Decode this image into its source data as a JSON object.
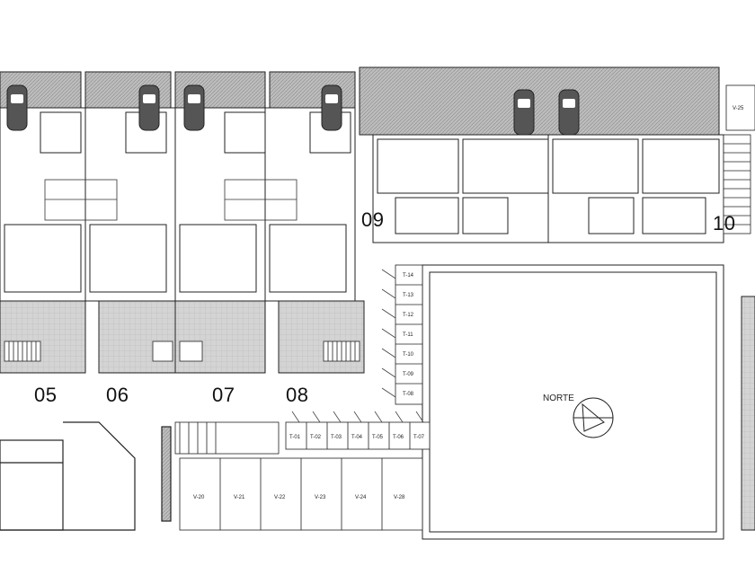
{
  "plan": {
    "unit_numbers": [
      "05",
      "06",
      "07",
      "08",
      "09",
      "10"
    ],
    "north_label": "NORTE",
    "storage_east": [
      "T-14",
      "T-13",
      "T-12",
      "T-11",
      "T-10",
      "T-09",
      "T-08"
    ],
    "storage_south": [
      "T-01",
      "T-02",
      "T-03",
      "T-04",
      "T-05",
      "T-06",
      "T-07"
    ],
    "parking_spaces": [
      "V-20",
      "V-21",
      "V-22",
      "V-23",
      "V-24",
      "V-28"
    ],
    "parking_v25": "V-25",
    "colors": {
      "line": "#222222",
      "hatch": "#9a9a9a",
      "paving": "#cfcfcf",
      "background": "#ffffff"
    }
  }
}
